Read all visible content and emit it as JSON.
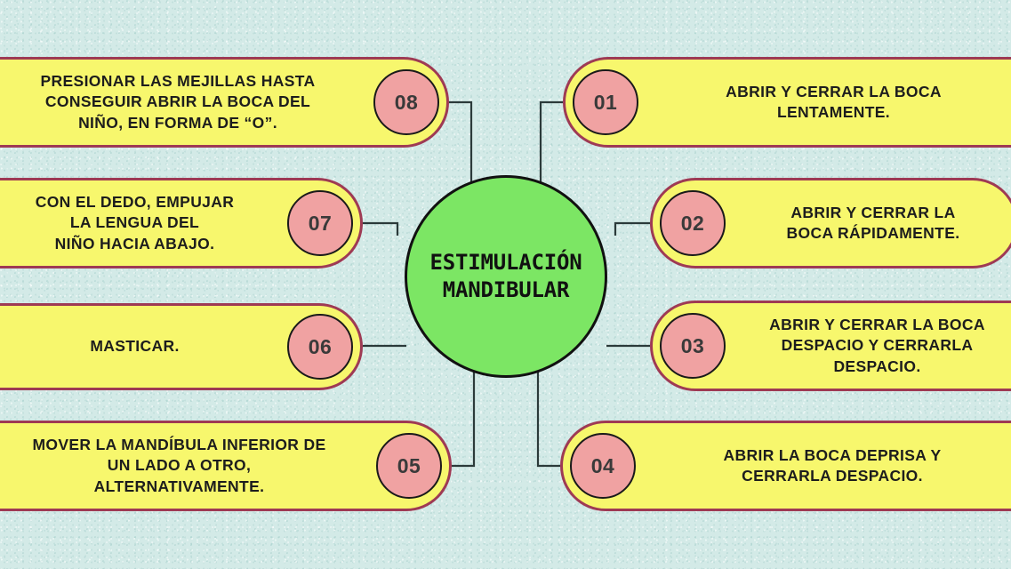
{
  "theme": {
    "background": "#d3eae7",
    "pill_fill": "#f7f76d",
    "pill_border": "#9e3a54",
    "badge_fill": "#f0a2a2",
    "badge_border": "#1a1a1a",
    "center_fill": "#7ce664",
    "center_border": "#111111",
    "text": "#1d1d1d",
    "connector": "#2b3a3a"
  },
  "center": {
    "label": "ESTIMULACIÓN\nMANDIBULAR"
  },
  "nodes": {
    "right": [
      {
        "number": "01",
        "text": "ABRIR Y CERRAR LA BOCA\nLENTAMENTE."
      },
      {
        "number": "02",
        "text": "ABRIR Y CERRAR LA\nBOCA RÁPIDAMENTE."
      },
      {
        "number": "03",
        "text": "ABRIR Y CERRAR LA BOCA\nDESPACIO Y CERRARLA\nDESPACIO."
      },
      {
        "number": "04",
        "text": "ABRIR LA BOCA DEPRISA Y\nCERRARLA DESPACIO."
      }
    ],
    "left": [
      {
        "number": "05",
        "text": "MOVER LA MANDÍBULA INFERIOR DE\nUN LADO A OTRO,\nALTERNATIVAMENTE."
      },
      {
        "number": "06",
        "text": "MASTICAR."
      },
      {
        "number": "07",
        "text": "CON EL DEDO, EMPUJAR\nLA LENGUA DEL\nNIÑO HACIA ABAJO."
      },
      {
        "number": "08",
        "text": "PRESIONAR LAS MEJILLAS HASTA\nCONSEGUIR ABRIR LA BOCA DEL\nNIÑO, EN FORMA DE “O”."
      }
    ]
  }
}
